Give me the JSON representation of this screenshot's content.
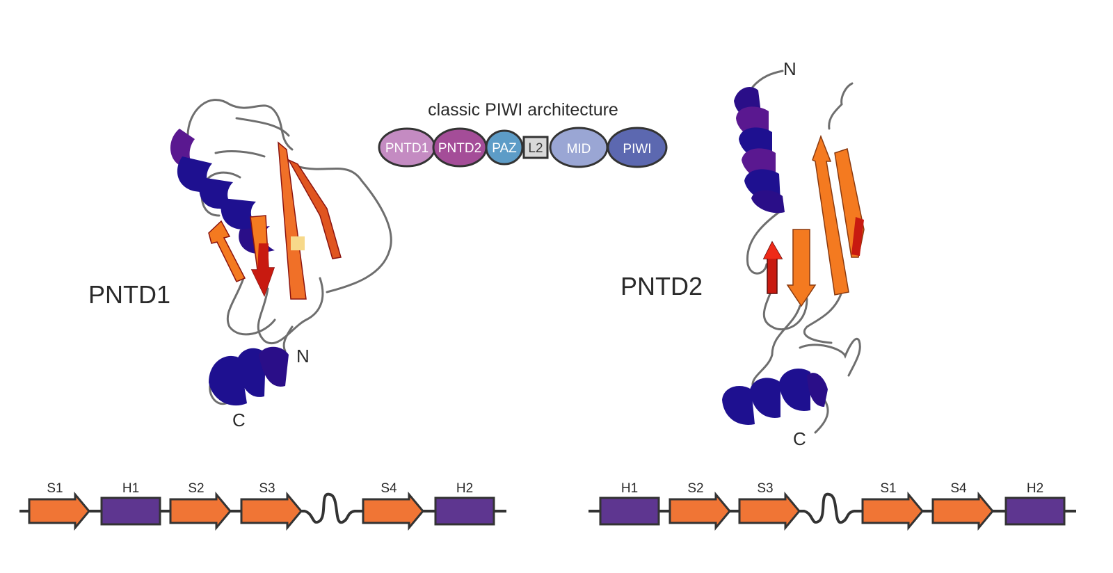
{
  "architecture": {
    "title": "classic PIWI architecture",
    "domains": [
      {
        "label": "PNTD1",
        "color": "#c48bc2",
        "shape": "ellipse"
      },
      {
        "label": "PNTD2",
        "color": "#a44d98",
        "shape": "ellipse"
      },
      {
        "label": "PAZ",
        "color": "#5d9cc7",
        "shape": "ellipse"
      },
      {
        "label": "L2",
        "color": "#d9d9d9",
        "shape": "box"
      },
      {
        "label": "MID",
        "color": "#9aa6d4",
        "shape": "ellipse"
      },
      {
        "label": "PIWI",
        "color": "#5c68b0",
        "shape": "ellipse"
      }
    ]
  },
  "structures": [
    {
      "name": "PNTD1",
      "n_terminus": "N",
      "c_terminus": "C"
    },
    {
      "name": "PNTD2",
      "n_terminus": "N",
      "c_terminus": "C"
    }
  ],
  "topology_left": [
    {
      "label": "S1",
      "type": "strand"
    },
    {
      "label": "H1",
      "type": "helix"
    },
    {
      "label": "S2",
      "type": "strand"
    },
    {
      "label": "S3",
      "type": "strand"
    },
    {
      "label": "",
      "type": "loop"
    },
    {
      "label": "S4",
      "type": "strand"
    },
    {
      "label": "H2",
      "type": "helix"
    }
  ],
  "topology_right": [
    {
      "label": "H1",
      "type": "helix"
    },
    {
      "label": "S2",
      "type": "strand"
    },
    {
      "label": "S3",
      "type": "strand"
    },
    {
      "label": "",
      "type": "loop"
    },
    {
      "label": "S1",
      "type": "strand"
    },
    {
      "label": "S4",
      "type": "strand"
    },
    {
      "label": "H2",
      "type": "helix"
    }
  ],
  "colors": {
    "strand": "#f07535",
    "helix": "#5e3690",
    "ribbon_helix": "#1e1090",
    "ribbon_strand": "#f47a20",
    "ribbon_strand_dark": "#b8120e",
    "coil": "#6e6e6e"
  }
}
